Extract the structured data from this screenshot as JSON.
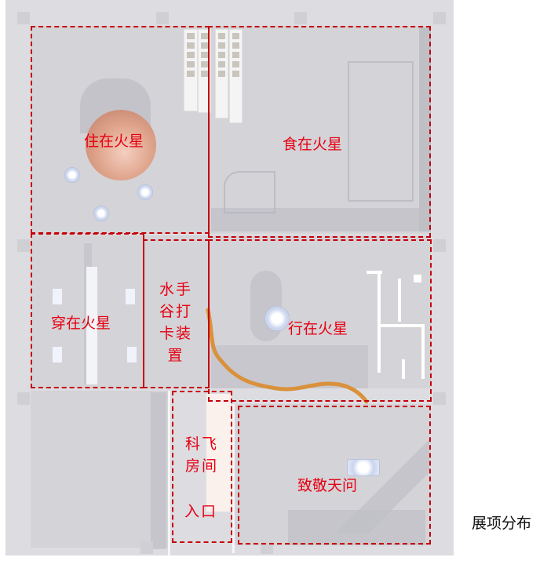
{
  "diagram": {
    "type": "floor-plan",
    "caption": "展项分布",
    "border_color": "#c4000a",
    "label_color": "#e60012",
    "zones": [
      {
        "id": "live",
        "label": "住在火星"
      },
      {
        "id": "eat",
        "label": "食在火星"
      },
      {
        "id": "wear",
        "label": "穿在火星"
      },
      {
        "id": "checkin",
        "label": "水手谷打卡装置"
      },
      {
        "id": "move",
        "label": "行在火星"
      },
      {
        "id": "scifi",
        "label": "科飞房间"
      },
      {
        "id": "entrance",
        "label": "入口"
      },
      {
        "id": "tribute",
        "label": "致敬天问"
      }
    ]
  }
}
